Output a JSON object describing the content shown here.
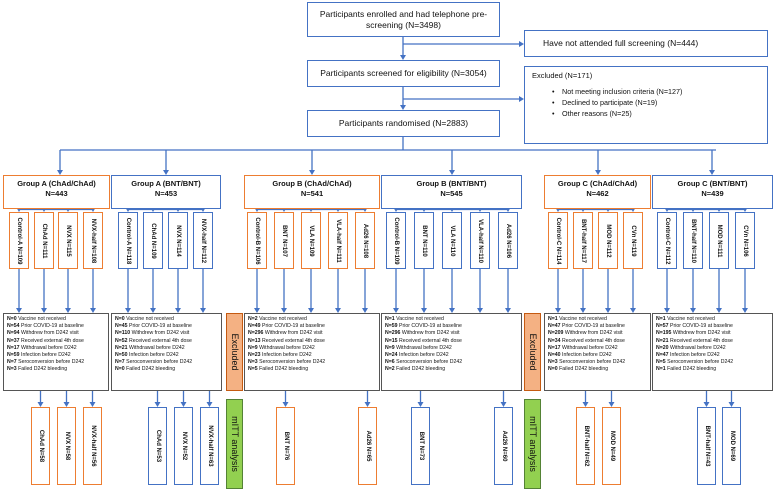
{
  "colors": {
    "blue": "#4472c4",
    "orange": "#ed7d31",
    "excluded_fill": "#f4b183",
    "mitt_fill": "#92d050"
  },
  "top": {
    "enrolled": "Participants enrolled and had telephone pre-screening (N=3498)",
    "not_attended": "Have not attended full screening (N=444)",
    "screened": "Participants screened for eligibility (N=3054)",
    "excluded_title": "Excluded (N=171)",
    "excluded_reasons": [
      "Not meeting inclusion criteria (N=127)",
      "Declined to participate (N=19)",
      "Other reasons (N=25)"
    ],
    "randomised": "Participants randomised (N=2883)"
  },
  "groups": [
    {
      "title": "Group A (ChAd/ChAd)",
      "n": "N=443"
    },
    {
      "title": "Group A (BNT/BNT)",
      "n": "N=453"
    },
    {
      "title": "Group B (ChAd/ChAd)",
      "n": "N=541"
    },
    {
      "title": "Group B (BNT/BNT)",
      "n": "N=545"
    },
    {
      "title": "Group C (ChAd/ChAd)",
      "n": "N=462"
    },
    {
      "title": "Group C (BNT/BNT)",
      "n": "N=439"
    }
  ],
  "arms": [
    "Control-A N=109",
    "ChAd N=111",
    "NVX N=115",
    "NVX-half N=108",
    "Control-A N=118",
    "ChAd N=109",
    "NVX N=114",
    "NVX-half N=112",
    "Control-B N=106",
    "BNT N=107",
    "VLA N=109",
    "VLA-half N=111",
    "Ad26 N=108",
    "Control-B N=109",
    "BNT N=110",
    "VLA N=110",
    "VLA-half N=110",
    "Ad26 N=106",
    "Control-C N=114",
    "BNT-half N=117",
    "MOD N=112",
    "CVn N=119",
    "Control-C N=112",
    "BNT-half N=110",
    "MOD N=111",
    "CVn N=106"
  ],
  "exclusions": [
    {
      "n": [
        "N=0",
        "N=54",
        "N=94",
        "N=37",
        "N=17",
        "N=59",
        "N=7",
        "N=3"
      ]
    },
    {
      "n": [
        "N=0",
        "N=45",
        "N=110",
        "N=52",
        "N=21",
        "N=50",
        "N=7",
        "N=0"
      ]
    },
    {
      "n": [
        "N=2",
        "N=49",
        "N=296",
        "N=13",
        "N=9",
        "N=23",
        "N=3",
        "N=5"
      ]
    },
    {
      "n": [
        "N=1",
        "N=59",
        "N=296",
        "N=15",
        "N=9",
        "N=24",
        "N=6",
        "N=2"
      ]
    },
    {
      "n": [
        "N=1",
        "N=47",
        "N=209",
        "N=34",
        "N=17",
        "N=40",
        "N=3",
        "N=0"
      ]
    },
    {
      "n": [
        "N=1",
        "N=57",
        "N=195",
        "N=21",
        "N=20",
        "N=47",
        "N=5",
        "N=1"
      ]
    }
  ],
  "exclusion_reasons": [
    "Vaccine not received",
    "Prior COVID-19 at baseline",
    "Withdrew from D242 visit",
    "Received external 4th dose",
    "Withdrawal before  D242",
    "Infection before  D242",
    "Seroconversion before D242",
    "Failed D242 bleeding"
  ],
  "side_labels": {
    "excluded": "Excluded",
    "mitt": "mITT analysis"
  },
  "mitt": [
    "ChAd N=58",
    "NVX N=58",
    "NVX-half N=56",
    "ChAd N=53",
    "NVX N=52",
    "NVX-half N=63",
    "BNT N=76",
    "Ad26 N=65",
    "BNT N=73",
    "Ad26 N=60",
    "BNT-half N=62",
    "MOD N=49",
    "BNT-half N=43",
    "MOD N=69"
  ]
}
